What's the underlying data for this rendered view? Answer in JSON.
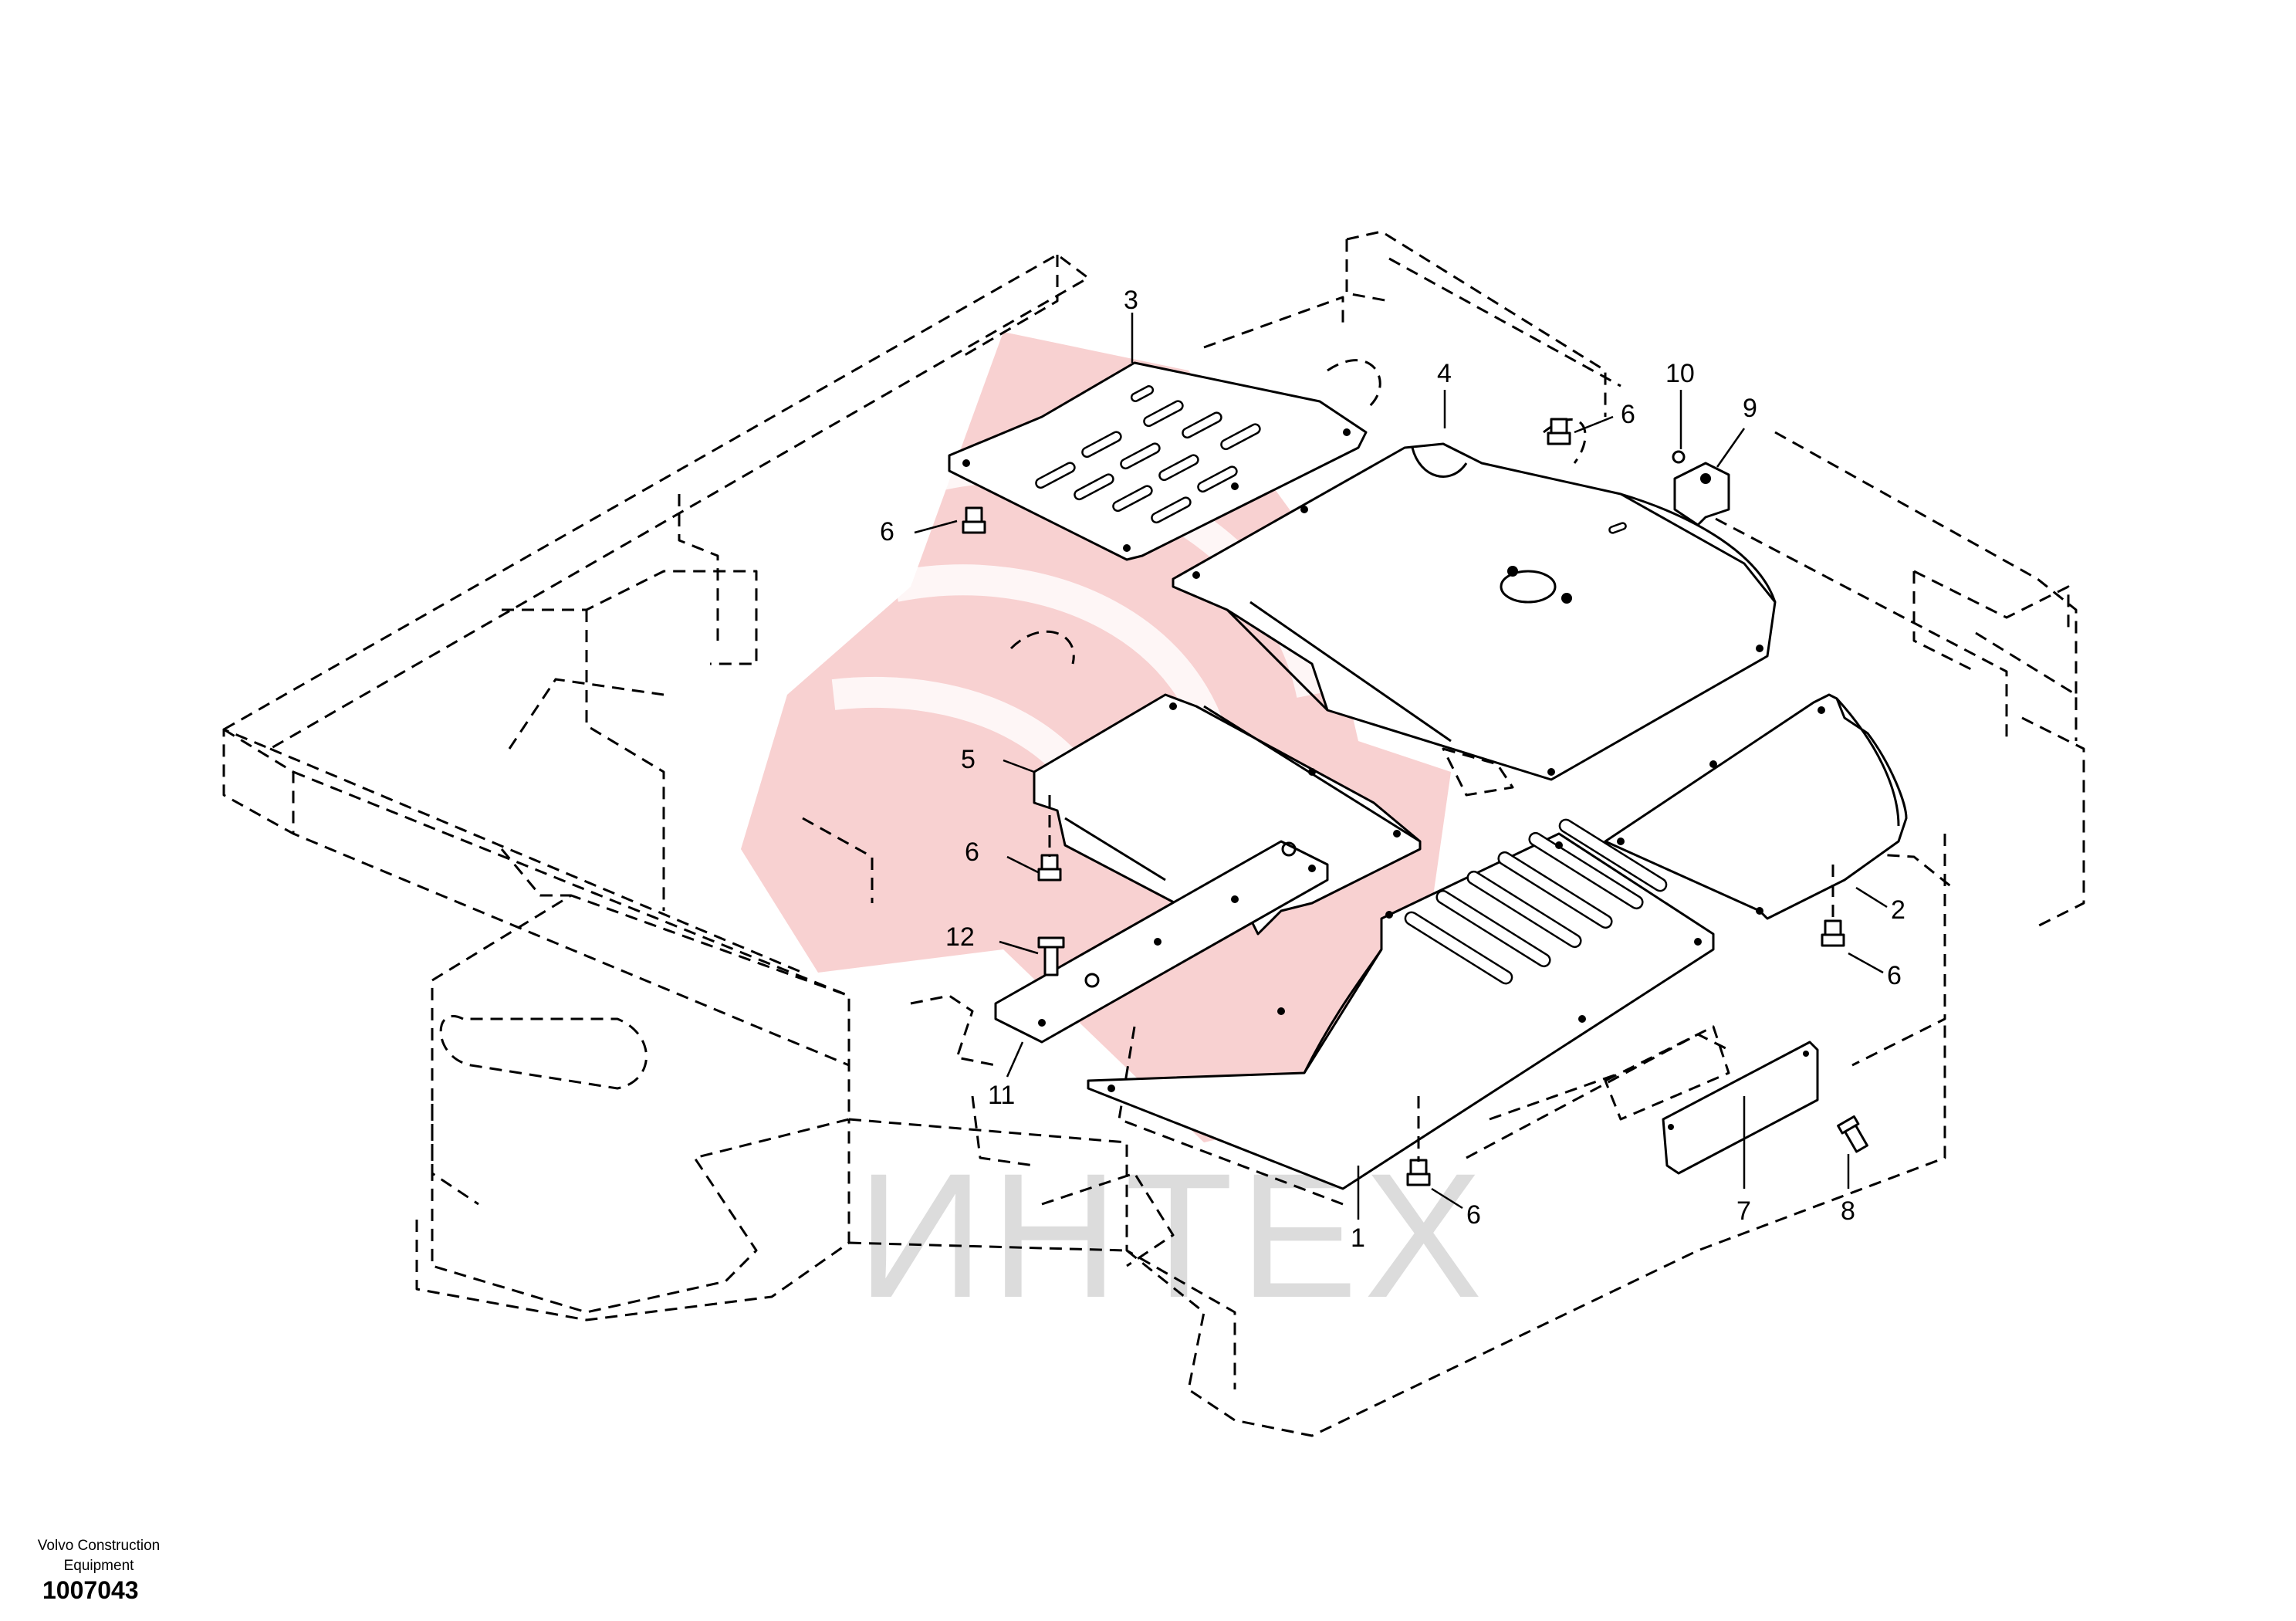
{
  "callouts": [
    "1",
    "2",
    "3",
    "4",
    "5",
    "6",
    "7",
    "8",
    "9",
    "10",
    "11",
    "12"
  ],
  "watermark": "ИНТЕХ",
  "footer": {
    "company": "Volvo Construction Equipment",
    "code": "1007043"
  }
}
